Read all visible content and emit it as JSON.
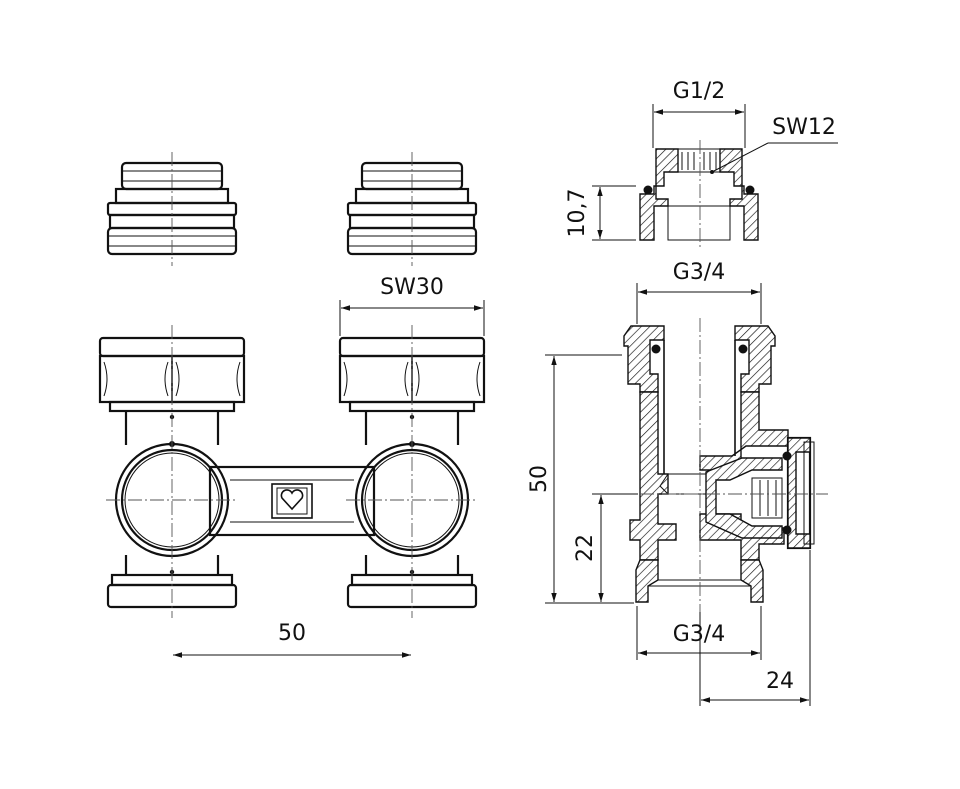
{
  "labels": {
    "g12": "G1/2",
    "sw12": "SW12",
    "h107": "10,7",
    "g34_top": "G3/4",
    "sw30": "SW30",
    "h50_side": "50",
    "h22": "22",
    "w50_front": "50",
    "g34_bottom": "G3/4",
    "w24": "24"
  },
  "colors": {
    "line": "#111111",
    "background": "#ffffff"
  },
  "icons": {
    "logo": "heart-in-square-icon"
  }
}
